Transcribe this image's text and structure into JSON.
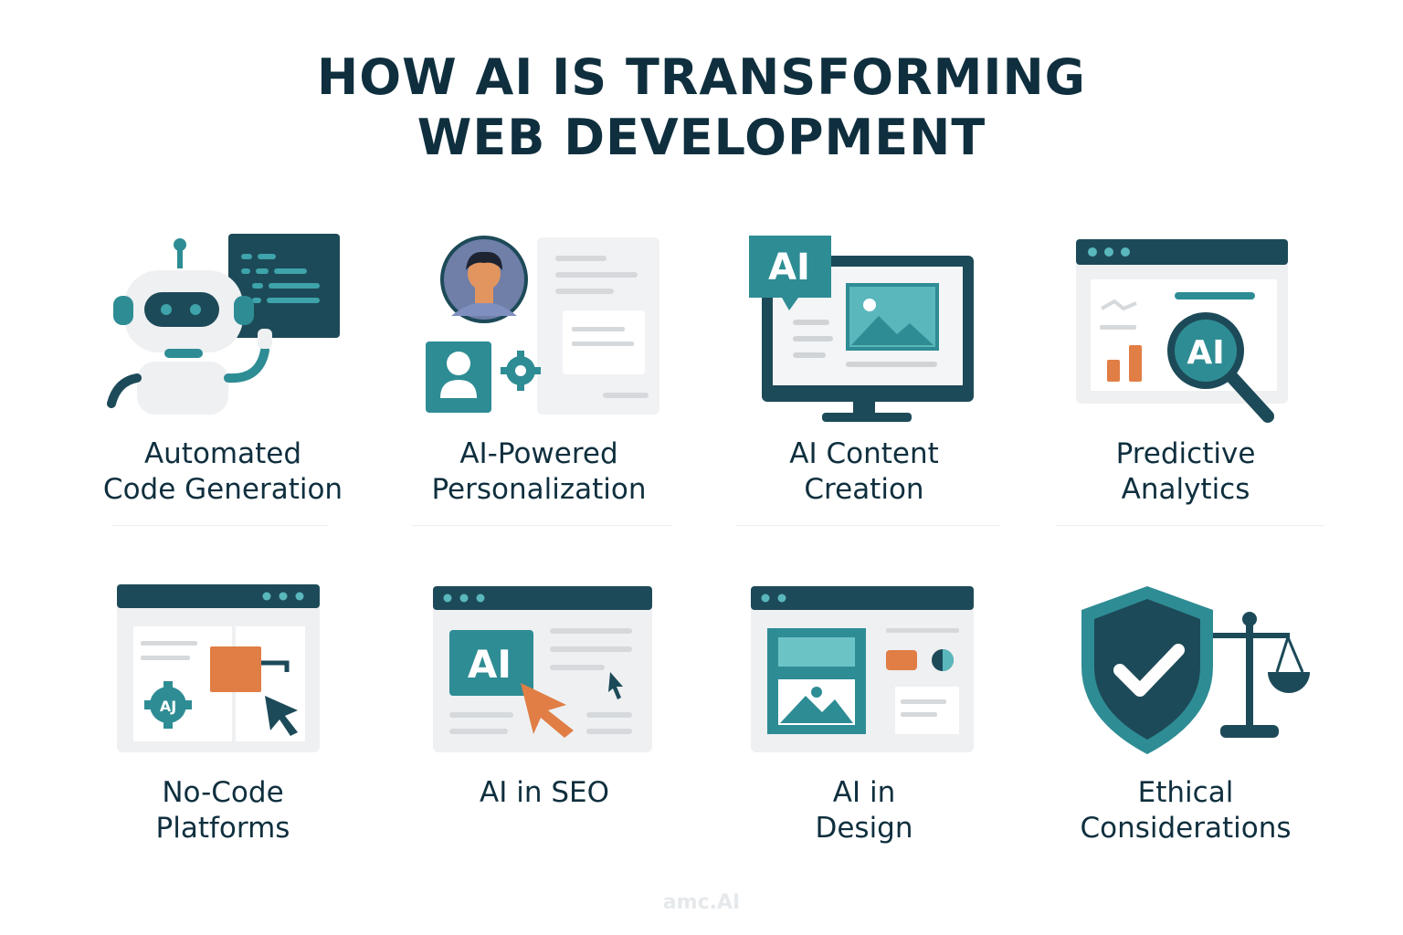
{
  "title": {
    "line1": "HOW AI IS TRANSFORMING",
    "line2": "WEB DEVELOPMENT"
  },
  "colors": {
    "dark": "#0f2f3e",
    "teal": "#2e8c94",
    "light_teal": "#5ab8bd",
    "orange": "#e07e45",
    "panel": "#f1f2f4"
  },
  "cards": [
    {
      "icon": "robot-code-icon",
      "line1": "Automated",
      "line2": "Code Generation"
    },
    {
      "icon": "user-personalization-icon",
      "line1": "AI-Powered",
      "line2": "Personalization",
      "avatar_badge": ""
    },
    {
      "icon": "monitor-content-icon",
      "line1": "AI Content",
      "line2": "Creation",
      "badge": "AI"
    },
    {
      "icon": "analytics-magnifier-icon",
      "line1": "Predictive",
      "line2": "Analytics",
      "badge": "AI"
    },
    {
      "icon": "no-code-window-icon",
      "line1": "No-Code",
      "line2": "Platforms",
      "badge": "AJ"
    },
    {
      "icon": "seo-window-icon",
      "line1": "AI in SEO",
      "line2": "",
      "badge": "AI"
    },
    {
      "icon": "design-window-icon",
      "line1": "AI in",
      "line2": "Design"
    },
    {
      "icon": "shield-scales-icon",
      "line1": "Ethical",
      "line2": "Considerations"
    }
  ],
  "footer": "amc.AI"
}
